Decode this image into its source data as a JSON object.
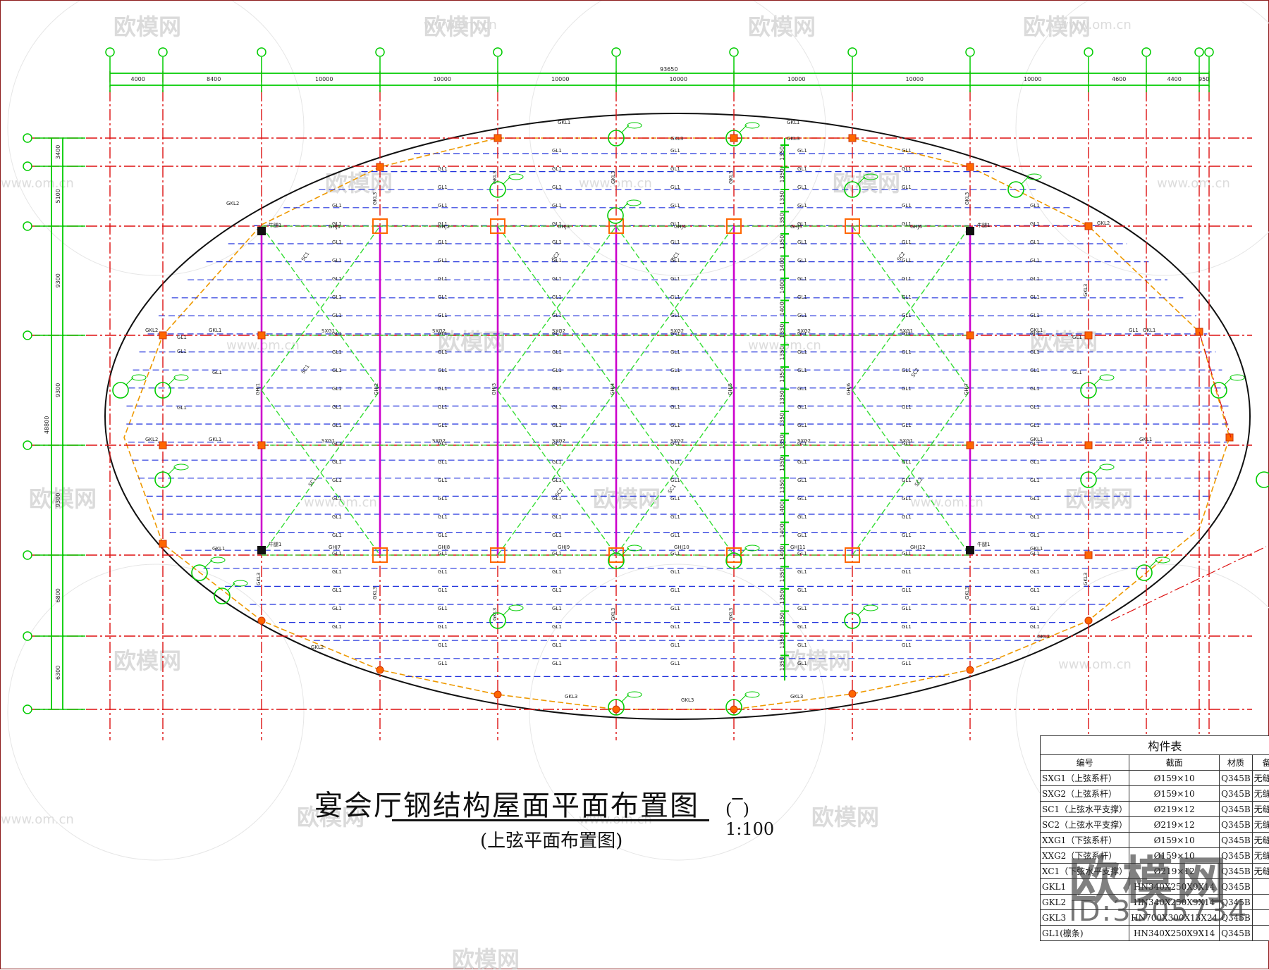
{
  "drawing": {
    "title": "宴会厅钢结构屋面平面布置图",
    "scale": "1:100",
    "subtitle": "(上弦平面布置图)",
    "total_dim": "93650",
    "height_dim": "48800",
    "top_dims": [
      "4000",
      "8400",
      "10000",
      "10000",
      "10000",
      "10000",
      "10000",
      "10000",
      "10000",
      "4600",
      "4400",
      "950"
    ],
    "left_dims": [
      "3400",
      "5100",
      "9300",
      "9300",
      "9300",
      "6800",
      "6300"
    ],
    "middle_dims": [
      "1350",
      "1350",
      "1350",
      "1350",
      "1350",
      "1400",
      "1400",
      "1400",
      "1350",
      "1350",
      "1350",
      "1350",
      "1350",
      "1350",
      "1350",
      "1350",
      "1400",
      "1400",
      "1400",
      "1350",
      "1350",
      "1350",
      "1350",
      "1350"
    ],
    "labels": {
      "gl": "GL1",
      "gkl1": "GKL1",
      "gkl2": "GKL2",
      "gkl3": "GKL3",
      "sxg1": "SXG1",
      "sxg2": "SXG2",
      "sc1": "SC1",
      "sc2": "SC2",
      "ghj": [
        "GHJ1",
        "GHJ2",
        "GHJ3",
        "GHJ4",
        "GHJ5",
        "GHJ6",
        "GHJ7",
        "GHJ8",
        "GHJ9",
        "GHJ10",
        "GHJ11",
        "GHJ12"
      ],
      "bottom_ghj": [
        "GHJ7",
        "GHJ8",
        "GHJ9",
        "GHJ10",
        "GHJ11",
        "GHJ12"
      ],
      "column": "牛腿1"
    },
    "colors": {
      "axis_red": "#dd1111",
      "grid_green": "#00cc00",
      "purlin_blue": "#2233dd",
      "truss_magenta": "#cc00cc",
      "brace_green": "#33dd33",
      "edge_orange": "#ee9900",
      "node_orange": "#ff6600"
    }
  },
  "table": {
    "caption": "构件表",
    "headers": [
      "编号",
      "截面",
      "材质",
      "备注"
    ],
    "rows": [
      [
        "SXG1（上弦系杆）",
        "Ø159×10",
        "Q345B",
        "无缝钢管"
      ],
      [
        "SXG2（上弦系杆）",
        "Ø159×10",
        "Q345B",
        "无缝钢管"
      ],
      [
        "SC1（上弦水平支撑）",
        "Ø219×12",
        "Q345B",
        "无缝钢管"
      ],
      [
        "SC2（上弦水平支撑）",
        "Ø219×12",
        "Q345B",
        "无缝钢管"
      ],
      [
        "XXG1（下弦系杆）",
        "Ø159×10",
        "Q345B",
        "无缝钢管"
      ],
      [
        "XXG2（下弦系杆）",
        "Ø159×10",
        "Q345B",
        "无缝钢管"
      ],
      [
        "XC1（下弦水平支撑）",
        "Ø219×12",
        "Q345B",
        "无缝钢管"
      ],
      [
        "GKL1",
        "HN340X250X9X14",
        "Q345B",
        ""
      ],
      [
        "GKL2",
        "HN340X250X9X14",
        "Q345B",
        ""
      ],
      [
        "GKL3",
        "HN700X300X13X24",
        "Q345B",
        ""
      ],
      [
        "GL1(檩条)",
        "HN340X250X9X14",
        "Q345B",
        ""
      ]
    ]
  },
  "watermark": {
    "brand": "欧模网",
    "url": "www.om.cn",
    "id": "ID:3305734"
  }
}
